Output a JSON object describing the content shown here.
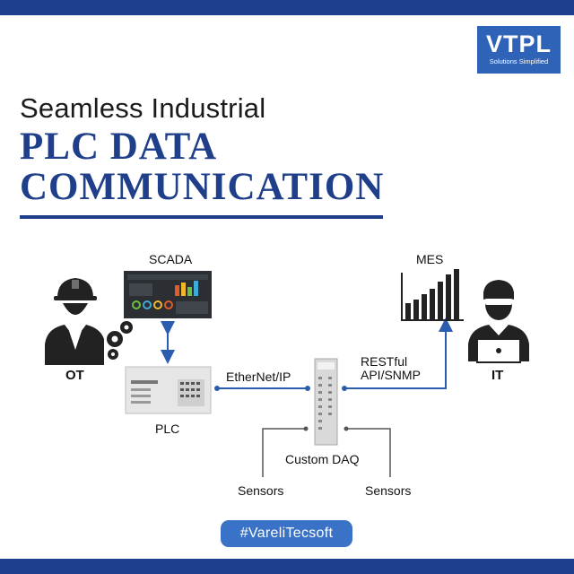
{
  "brand": {
    "logo_text": "VTPL",
    "tagline": "Solutions Simplified"
  },
  "heading": {
    "subtitle": "Seamless Industrial",
    "title_line1": "PLC DATA",
    "title_line2": "COMMUNICATION"
  },
  "diagram": {
    "nodes": {
      "scada": "SCADA",
      "mes": "MES",
      "ot": "OT",
      "it": "IT",
      "plc": "PLC",
      "daq": "Custom DAQ",
      "sensors_left": "Sensors",
      "sensors_right": "Sensors"
    },
    "links": {
      "ethernet": "EtherNet/IP",
      "rest_line1": "RESTful",
      "rest_line2": "API/SNMP"
    },
    "icons": [
      "ot-worker-icon",
      "gears-icon",
      "scada-screen-icon",
      "plc-device-icon",
      "daq-module-icon",
      "mes-bar-chart-icon",
      "it-person-icon"
    ]
  },
  "footer": {
    "hashtag": "#VareliTecsoft"
  },
  "colors": {
    "brand_blue": "#1f3f8a",
    "bar_blue": "#1c3f8f",
    "link_blue": "#2a5db0",
    "hashtag_bg": "#3a72c8"
  }
}
